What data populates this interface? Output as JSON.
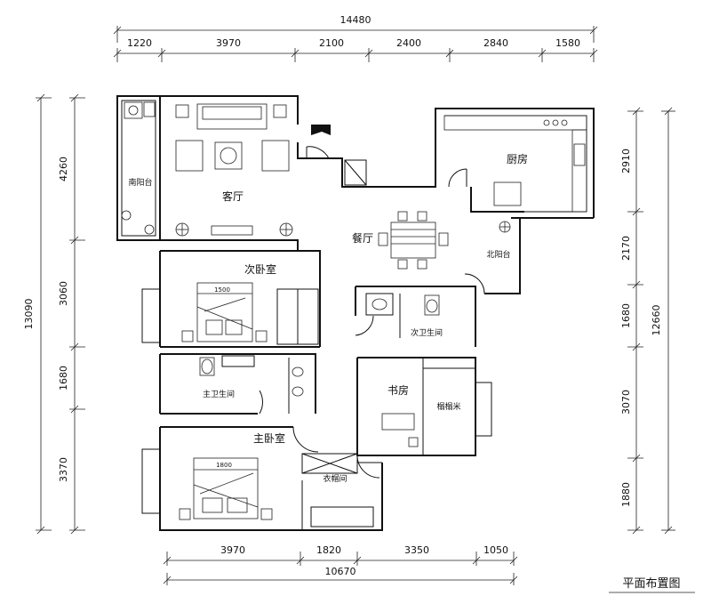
{
  "title": "平面布置图",
  "dimensions": {
    "top_total": "14480",
    "top_segments": [
      "1220",
      "3970",
      "2100",
      "2400",
      "2840",
      "1580"
    ],
    "bottom_segments": [
      "3970",
      "1820",
      "3350",
      "1050"
    ],
    "bottom_total": "10670",
    "left_total": "13090",
    "left_segments": [
      "4260",
      "3060",
      "1680",
      "3370"
    ],
    "right_total": "12660",
    "right_segments": [
      "2910",
      "2170",
      "1680",
      "3070",
      "1880"
    ]
  },
  "rooms": {
    "living_room": "客厅",
    "south_balcony": "南阳台",
    "dining_room": "餐厅",
    "kitchen": "厨房",
    "north_balcony": "北阳台",
    "second_bedroom": "次卧室",
    "second_bathroom": "次卫生间",
    "master_bathroom": "主卫生间",
    "study": "书房",
    "tatami": "榻榻米",
    "master_bedroom": "主卧室",
    "cloakroom": "衣帽间"
  },
  "furniture": {
    "bed_second_width": "1500",
    "bed_master_width": "1800"
  }
}
